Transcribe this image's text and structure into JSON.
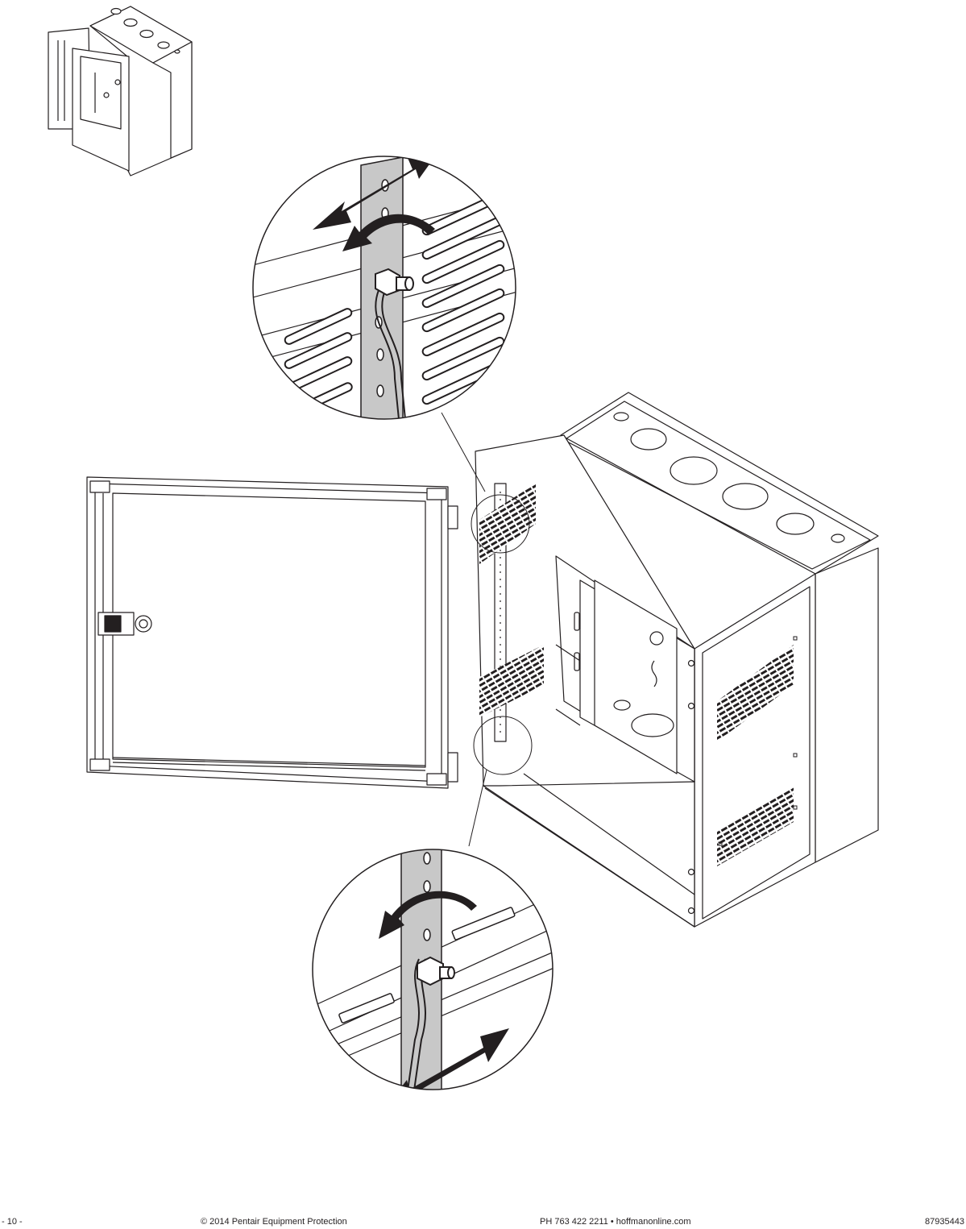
{
  "document": {
    "page_number": "- 10 -",
    "copyright": "© 2014 Pentair Equipment Protection",
    "contact": "PH 763 422 2211 • hoffmanonline.com",
    "doc_number": "87935443"
  },
  "illustration": {
    "views": [
      "thumbnail-enclosure",
      "main-enclosure",
      "top-detail-circle",
      "bottom-detail-circle"
    ],
    "icons": [
      "double-arrow-icon",
      "rotate-arrow-icon"
    ],
    "colors": {
      "line": "#231f20",
      "shade": "#c8c8c8",
      "paper": "#ffffff"
    }
  }
}
